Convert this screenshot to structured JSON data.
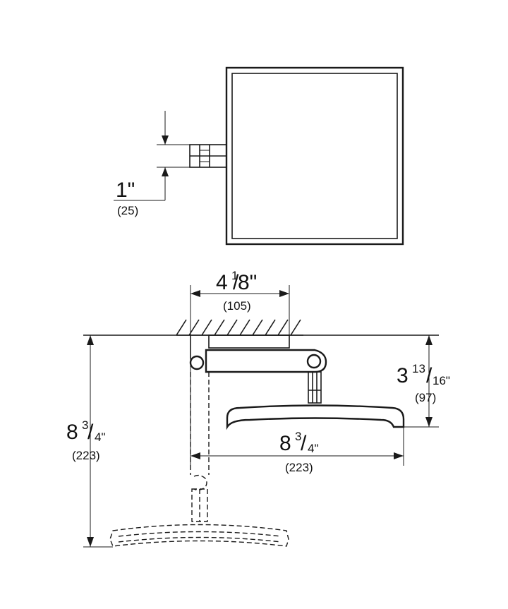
{
  "dimensions": {
    "offset": {
      "imperial": "1\"",
      "metric": "(25)"
    },
    "width": {
      "whole": "4",
      "num": "1",
      "den": "8\"",
      "metric": "(105)"
    },
    "projection": {
      "whole": "3",
      "num": "13",
      "den": "16\"",
      "metric": "(97)"
    },
    "reach": {
      "whole": "8",
      "num": "3",
      "den": "4\"",
      "metric": "(223)"
    },
    "height": {
      "whole": "8",
      "num": "3",
      "den": "4\"",
      "metric": "(223)"
    }
  }
}
